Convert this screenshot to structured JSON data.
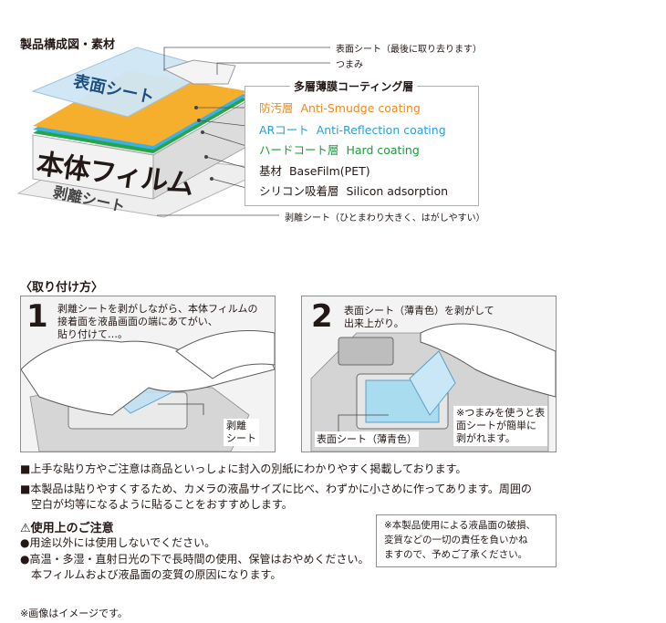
{
  "structure": {
    "title": "製品構成図・素材",
    "film_labels": {
      "surface": "表面シート",
      "body": "本体フィルム",
      "release": "剥離シート"
    },
    "callouts": {
      "surface_sheet": "表面シート（最後に取り去ります）",
      "tab": "つまみ",
      "release_sheet": "剥離シート（ひとまわり大きく、はがしやすい）"
    },
    "layers_title": "多層薄膜コーティング層",
    "layers": [
      {
        "jp": "防汚層",
        "en": "Anti-Smudge coating",
        "color": "#ee8a1e"
      },
      {
        "jp": "ARコート",
        "en": "Anti-Reflection coating",
        "color": "#2a9fd8"
      },
      {
        "jp": "ハードコート層",
        "en": "Hard coating",
        "color": "#1e9a3c"
      },
      {
        "jp": "基材",
        "en": "BaseFilm(PET)",
        "color": "#231815"
      },
      {
        "jp": "シリコン吸着層",
        "en": "Silicon adsorption",
        "color": "#231815"
      }
    ]
  },
  "howto": {
    "heading": "〈取り付け方〉",
    "step1": {
      "number": "1",
      "lines": [
        "剥離シートを剥がしながら、本体フィルムの",
        "接着面を液晶画面の端にあてがい、",
        "貼り付けて…。"
      ],
      "tag_lines": [
        "剥離",
        "シート"
      ]
    },
    "step2": {
      "number": "2",
      "lines": [
        "表面シート（薄青色）を剥がして",
        "出来上がり。"
      ],
      "tag": "表面シート（薄青色）",
      "hint_lines": [
        "※つまみを使うと表",
        "面シートが簡単に",
        "剥がれます。"
      ]
    }
  },
  "notes": {
    "bullets": [
      [
        "■上手な貼り方やご注意は商品といっしょに封入の別紙にわかりやすく掲載しております。"
      ],
      [
        "■本製品は貼りやすくするため、カメラの液晶サイズに比べ、わずかに小さめに作ってあります。周囲の",
        "　空白が均等になるように貼ることをおすすめします。"
      ]
    ],
    "caution_title": "使用上のご注意",
    "caution_items": [
      [
        "●用途以外には使用しないでください。"
      ],
      [
        "●高温・多湿・直射日光の下で長時間の使用、保管はおやめください。",
        "　本フィルムおよび液晶面の変質の原因になります。"
      ]
    ],
    "disclaimer_lines": [
      "※本製品使用による液晶面の破損、",
      "変質などの一切の責任を負いかね",
      "ますので、予めご了承ください。"
    ],
    "footer": "※画像はイメージです。"
  }
}
